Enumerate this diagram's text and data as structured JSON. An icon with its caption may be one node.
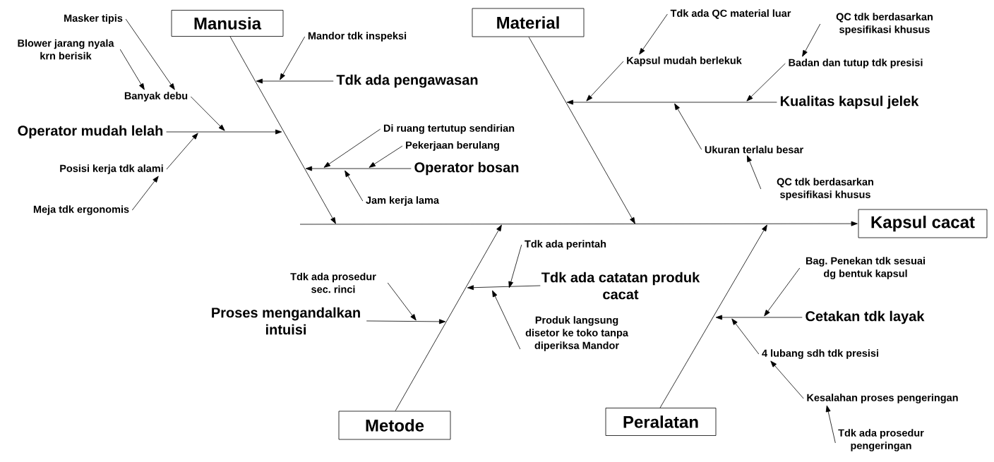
{
  "diagram": {
    "nodes": [
      {
        "text": [
          "Manusia"
        ]
      },
      {
        "text": [
          "Masker tipis"
        ]
      },
      {
        "text": [
          "Blower jarang nyala krn berisik"
        ]
      },
      {
        "text": [
          "Banyak debu"
        ]
      },
      {
        "text": [
          "Operator mudah lelah"
        ]
      },
      {
        "text": [
          "Posisi kerja tdk alami"
        ]
      },
      {
        "text": [
          "Meja tdk ergonomis"
        ]
      },
      {
        "text": [
          "Mandor tdk inspeksi"
        ]
      },
      {
        "text": [
          "Tdk ada pengawasan"
        ]
      },
      {
        "text": [
          "Di ruang tertutup sendirian"
        ]
      },
      {
        "text": [
          "Pekerjaan berulang"
        ]
      },
      {
        "text": [
          "Operator bosan"
        ]
      },
      {
        "text": [
          "Jam kerja lama"
        ]
      },
      {
        "text": [
          "Material"
        ]
      },
      {
        "text": [
          "Tdk ada QC material luar"
        ]
      },
      {
        "text": [
          "Kapsul mudah berlekuk"
        ]
      },
      {
        "text": [
          "QC tdk berdasarkan spesifikasi khusus"
        ]
      },
      {
        "text": [
          "Badan dan tutup tdk presisi"
        ]
      },
      {
        "text": [
          "Kualitas kapsul jelek"
        ]
      },
      {
        "text": [
          "Ukuran terlalu besar"
        ]
      },
      {
        "text": [
          "QC tdk berdasarkan spesifikasi khusus"
        ]
      },
      {
        "text": [
          "Kapsul cacat"
        ]
      },
      {
        "text": [
          "Tdk ada perintah"
        ]
      },
      {
        "text": [
          "Tdk ada prosedur sec. rinci"
        ]
      },
      {
        "text": [
          "Proses mengandalkan intuisi"
        ]
      },
      {
        "text": [
          "Tdk ada catatan produk cacat"
        ]
      },
      {
        "text": [
          "Produk langsung disetor ke toko tanpa diperiksa Mandor"
        ]
      },
      {
        "text": [
          "Metode"
        ]
      },
      {
        "text": [
          "Bag. Penekan tdk sesuai dg bentuk kapsul"
        ]
      },
      {
        "text": [
          "Cetakan tdk layak"
        ]
      },
      {
        "text": [
          "4 lubang sdh tdk presisi"
        ]
      },
      {
        "text": [
          "Kesalahan proses pengeringan"
        ]
      },
      {
        "text": [
          "Tdk ada prosedur pengeringan"
        ]
      },
      {
        "text": [
          "Peralatan"
        ]
      }
    ],
    "edges": [
      {
        "from": null,
        "to": 21,
        "arrow": "to"
      },
      {
        "from": 0,
        "to": null,
        "arrow": "to"
      },
      {
        "from": 13,
        "to": null,
        "arrow": "to"
      },
      {
        "from": 27,
        "to": null,
        "arrow": "to"
      },
      {
        "from": 33,
        "to": null,
        "arrow": "to"
      },
      {
        "from": 4,
        "to": null,
        "arrow": "to"
      },
      {
        "from": 8,
        "to": null,
        "arrow": "to"
      },
      {
        "from": 11,
        "to": null,
        "arrow": "to"
      },
      {
        "from": 18,
        "to": null,
        "arrow": "to"
      },
      {
        "from": 24,
        "to": null,
        "arrow": "to"
      },
      {
        "from": 25,
        "to": null,
        "arrow": "to"
      },
      {
        "from": 29,
        "to": null,
        "arrow": "to"
      },
      {
        "from": 1,
        "to": 3,
        "arrow": "to"
      },
      {
        "from": 2,
        "to": 3,
        "arrow": "to"
      },
      {
        "from": 3,
        "to": null,
        "arrow": "to"
      },
      {
        "from": 5,
        "to": null,
        "arrow": "to"
      },
      {
        "from": 6,
        "to": 5,
        "arrow": "to"
      },
      {
        "from": 7,
        "to": null,
        "arrow": "to"
      },
      {
        "from": 9,
        "to": null,
        "arrow": "to"
      },
      {
        "from": 10,
        "to": null,
        "arrow": "to"
      },
      {
        "from": 12,
        "to": null,
        "arrow": "to"
      },
      {
        "from": 14,
        "to": 15,
        "arrow": "to"
      },
      {
        "from": 15,
        "to": null,
        "arrow": "to"
      },
      {
        "from": 16,
        "to": 17,
        "arrow": "to"
      },
      {
        "from": 17,
        "to": null,
        "arrow": "to"
      },
      {
        "from": 19,
        "to": null,
        "arrow": "to"
      },
      {
        "from": 20,
        "to": 19,
        "arrow": "to"
      },
      {
        "from": 22,
        "to": null,
        "arrow": "to"
      },
      {
        "from": 23,
        "to": null,
        "arrow": "to"
      },
      {
        "from": 26,
        "to": null,
        "arrow": "to"
      },
      {
        "from": 28,
        "to": null,
        "arrow": "to"
      },
      {
        "from": 30,
        "to": null,
        "arrow": "to"
      },
      {
        "from": 31,
        "to": 30,
        "arrow": "to"
      },
      {
        "from": 32,
        "to": 31,
        "arrow": "to"
      }
    ]
  }
}
